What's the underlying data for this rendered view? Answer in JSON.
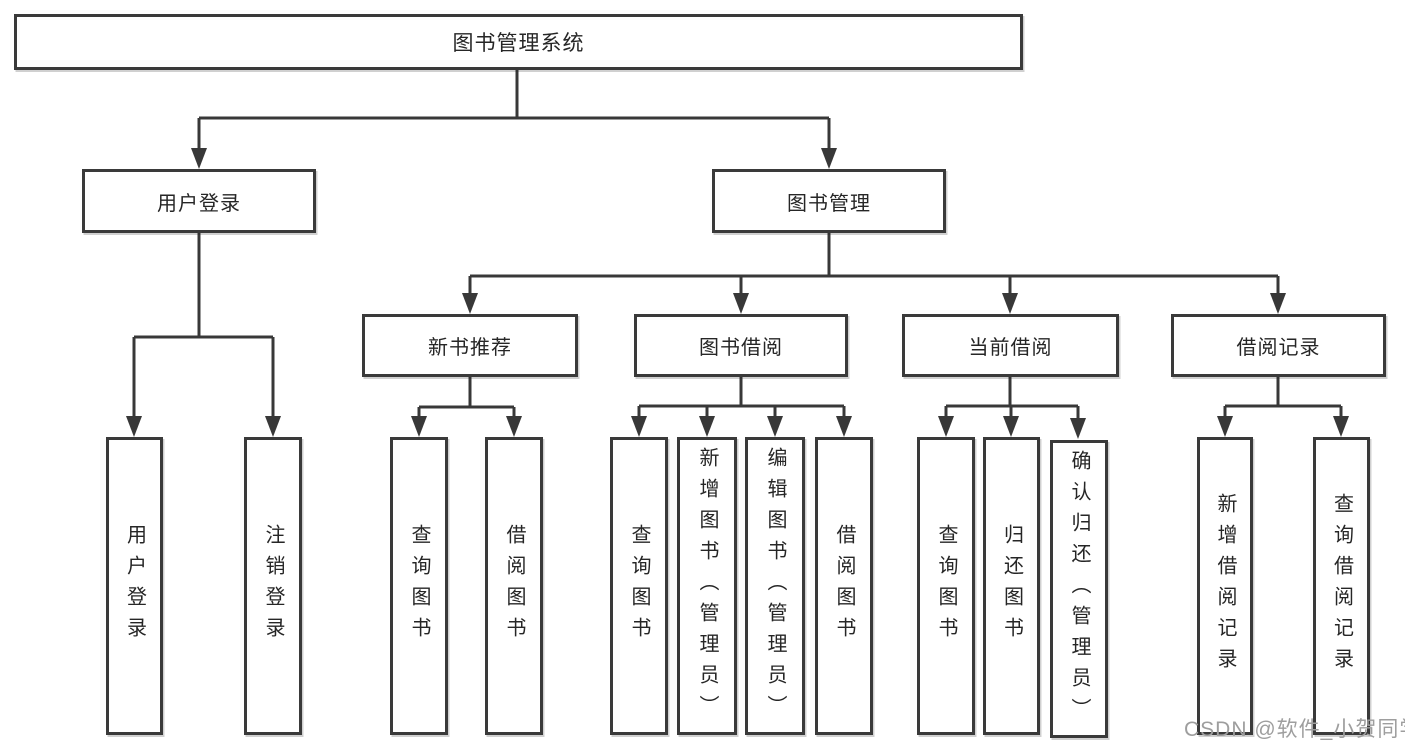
{
  "diagram": {
    "root": "图书管理系统",
    "branches": [
      {
        "label": "用户登录",
        "children": [
          "用户登录",
          "注销登录"
        ]
      },
      {
        "label": "图书管理",
        "groups": [
          {
            "label": "新书推荐",
            "children": [
              "查询图书",
              "借阅图书"
            ]
          },
          {
            "label": "图书借阅",
            "children": [
              "查询图书",
              "新增图书（管理员）",
              "编辑图书（管理员）",
              "借阅图书"
            ]
          },
          {
            "label": "当前借阅",
            "children": [
              "查询图书",
              "归还图书",
              "确认归还（管理员）"
            ]
          },
          {
            "label": "借阅记录",
            "children": [
              "新增借阅记录",
              "查询借阅记录"
            ]
          }
        ]
      }
    ]
  },
  "watermark": {
    "text": "CSDN @软件_小贺同学"
  },
  "colors": {
    "line": "#383838",
    "box_border": "#3a3a3a",
    "text": "#262626",
    "watermark": "#9e9e9e",
    "background": "#ffffff"
  }
}
